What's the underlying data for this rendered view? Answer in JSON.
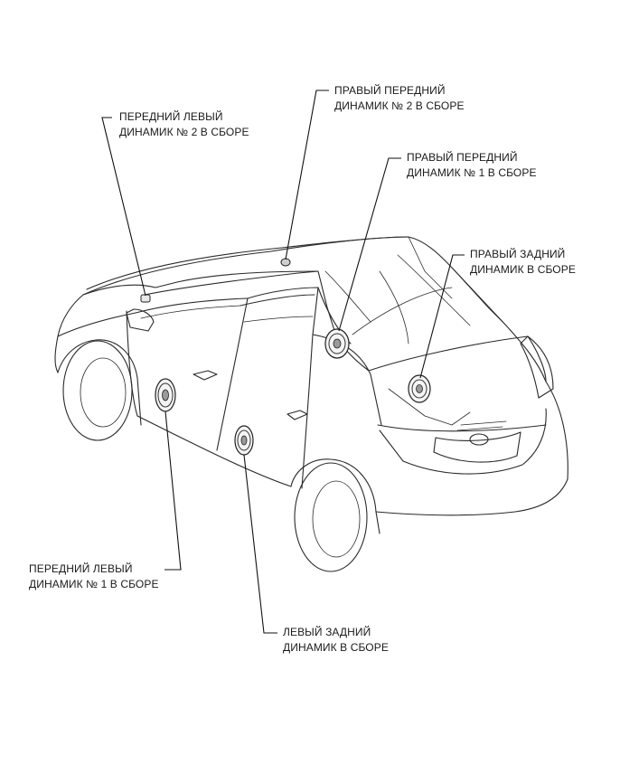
{
  "diagram": {
    "callouts": {
      "front_left_2": [
        "ПЕРЕДНИЙ ЛЕВЫЙ",
        "ДИНАМИК № 2 В СБОРЕ"
      ],
      "front_right_2": [
        "ПРАВЫЙ ПЕРЕДНИЙ",
        "ДИНАМИК № 2 В СБОРЕ"
      ],
      "front_right_1": [
        "ПРАВЫЙ ПЕРЕДНИЙ",
        "ДИНАМИК № 1 В СБОРЕ"
      ],
      "rear_right": [
        "ПРАВЫЙ ЗАДНИЙ",
        "ДИНАМИК В СБОРЕ"
      ],
      "front_left_1": [
        "ПЕРЕДНИЙ ЛЕВЫЙ",
        "ДИНАМИК № 1 В СБОРЕ"
      ],
      "rear_left": [
        "ЛЕВЫЙ ЗАДНИЙ",
        "ДИНАМИК В СБОРЕ"
      ]
    }
  }
}
